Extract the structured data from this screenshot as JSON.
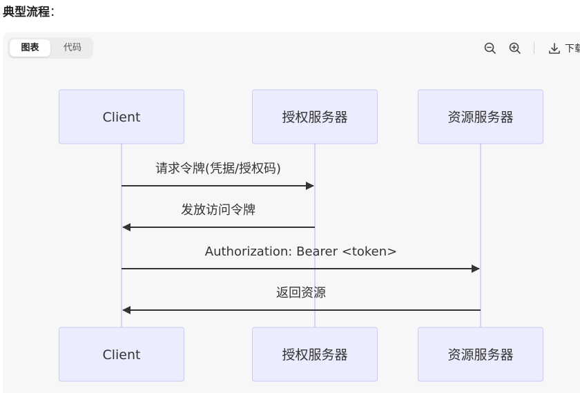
{
  "heading": {
    "title": "典型流程",
    "colon": "："
  },
  "toolbar": {
    "tabs": [
      {
        "label": "图表"
      },
      {
        "label": "代码"
      }
    ],
    "zoom_out_icon": "zoom-out-icon",
    "zoom_in_icon": "zoom-in-icon",
    "download_label": "下载"
  },
  "diagram": {
    "type": "sequence",
    "participants": [
      {
        "name": "Client"
      },
      {
        "name": "授权服务器"
      },
      {
        "name": "资源服务器"
      }
    ],
    "messages": [
      {
        "from": 0,
        "to": 1,
        "label": "请求令牌(凭据/授权码)"
      },
      {
        "from": 1,
        "to": 0,
        "label": "发放访问令牌"
      },
      {
        "from": 0,
        "to": 2,
        "label": "Authorization: Bearer <token>"
      },
      {
        "from": 2,
        "to": 0,
        "label": "返回资源"
      }
    ],
    "colors": {
      "actor_fill": "#ececff",
      "actor_stroke": "#c9c9f4",
      "lifeline": "#c9c9f4",
      "arrow": "#333333",
      "text": "#333333"
    }
  }
}
